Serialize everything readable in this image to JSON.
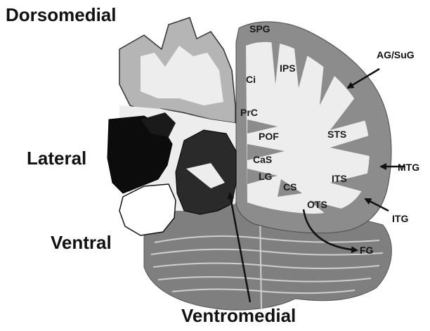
{
  "title": "",
  "regions": {
    "dorsomedial": "Dorsomedial",
    "lateral": "Lateral",
    "ventral": "Ventral",
    "ventromedial": "Ventromedial"
  },
  "inner_labels": {
    "spg": "SPG",
    "ips": "IPS",
    "ci": "Ci",
    "prc": "PrC",
    "pof": "POF",
    "cas": "CaS",
    "lg": "LG",
    "cs": "CS",
    "sts": "STS",
    "its": "ITS",
    "ots": "OTS"
  },
  "outer_labels": {
    "ag_sug": "AG/SuG",
    "mtg": "MTG",
    "itg": "ITG",
    "fg": "FG"
  },
  "colors": {
    "dorsomedial_fill": "#b5b5b5",
    "lateral_fill": "#0c0c0c",
    "ventral_fill": "#ffffff",
    "ventromedial_fill": "#2a2a2a",
    "white_matter": "#ededed",
    "gray_matter": "#8c8c8c",
    "cerebellum": "#7f7f7f"
  }
}
